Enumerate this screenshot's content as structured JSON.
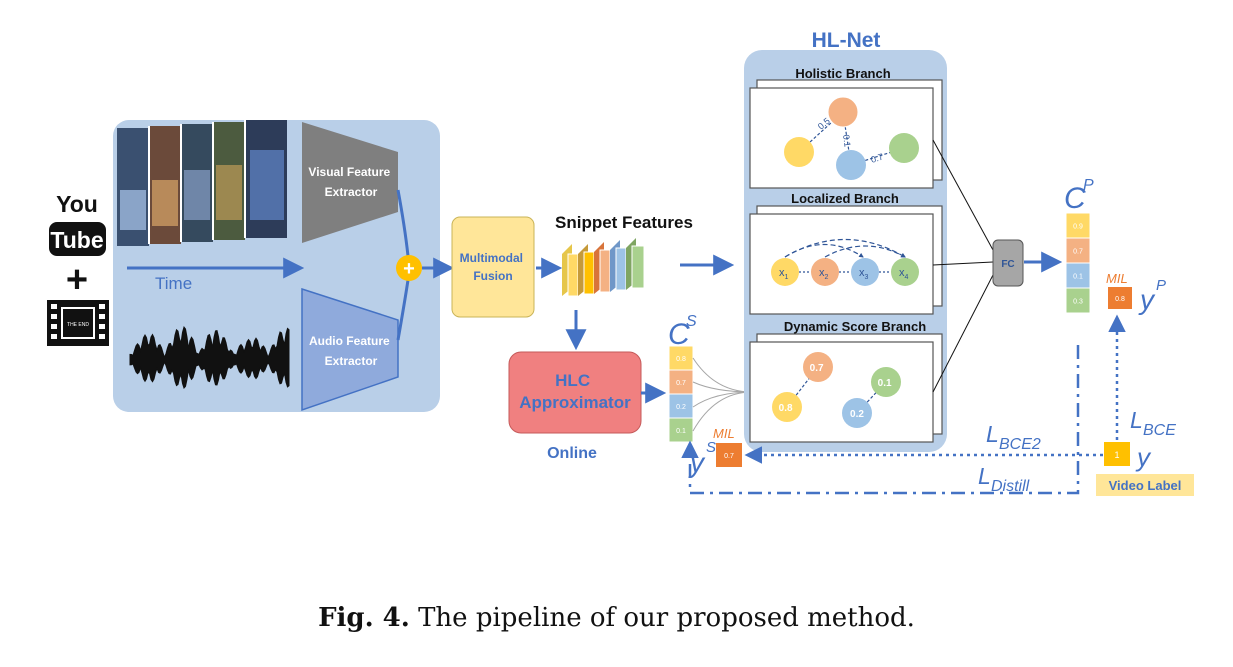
{
  "figure": {
    "caption_label": "Fig. 4.",
    "caption_text": "The pipeline of our proposed method.",
    "input": {
      "youtube_top": "You",
      "youtube_bottom": "Tube",
      "plus": "+",
      "film_text": "THE END",
      "time_label": "Time",
      "plus_glyph": "+"
    },
    "extractors": {
      "visual": [
        "Visual Feature",
        "Extractor"
      ],
      "audio": [
        "Audio Feature",
        "Extractor"
      ]
    },
    "fusion": [
      "Multimodal",
      "Fusion"
    ],
    "snippet_features": "Snippet Features",
    "hlc": {
      "title": [
        "HLC",
        "Approximator"
      ],
      "online": "Online"
    },
    "hlnet": {
      "title": "HL-Net",
      "holistic": "Holistic Branch",
      "localized": "Localized Branch",
      "dynamic": "Dynamic Score Branch",
      "holistic_edges": [
        "0.5",
        "0.1",
        "0.7"
      ],
      "localized_nodes": [
        "x",
        "x",
        "x",
        "x"
      ],
      "localized_subs": [
        "1",
        "2",
        "3",
        "4"
      ],
      "dynamic_nodes": [
        "0.7",
        "0.1",
        "0.8",
        "0.2"
      ]
    },
    "fc": "FC",
    "cp": {
      "base": "C",
      "sup": "P",
      "values": [
        "0.9",
        "0.7",
        "0.1",
        "0.3"
      ]
    },
    "cs": {
      "base": "C",
      "sup": "S",
      "values": [
        "0.8",
        "0.7",
        "0.2",
        "0.1"
      ]
    },
    "mil_p": {
      "label": "MIL",
      "value": "0.8",
      "y": "y",
      "sup": "P"
    },
    "mil_s": {
      "label": "MIL",
      "value": "0.7",
      "y": "y",
      "sup": "S"
    },
    "losses": {
      "bce": {
        "base": "L",
        "sub": "BCE"
      },
      "bce2": {
        "base": "L",
        "sub": "BCE2"
      },
      "distill": {
        "base": "L",
        "sub": "Distill"
      }
    },
    "video_label": {
      "value": "1",
      "y": "y",
      "text": "Video Label"
    },
    "colors": {
      "panel_bg": "#b9cfe8",
      "blue": "#4472c4",
      "yellow": "#ffd966",
      "orange": "#f4b183",
      "light_blue": "#9dc3e6",
      "green": "#a9d18e",
      "hlc_fill": "#f08080",
      "mil_orange": "#ed7d31",
      "label_yellow": "#ffe699"
    }
  }
}
